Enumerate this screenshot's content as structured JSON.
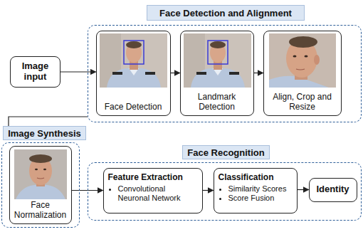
{
  "diagram": {
    "nodes": [
      {
        "text": [
          "Image input"
        ]
      },
      {
        "text": [
          "Face Detection and Alignment"
        ]
      },
      {
        "text": [
          "Face Detection"
        ],
        "in": 1
      },
      {
        "text": [
          "Landmark Detection"
        ],
        "in": 1
      },
      {
        "text": [
          "Align, Crop and Resize"
        ],
        "in": 1
      },
      {
        "text": [
          "Image Synthesis"
        ]
      },
      {
        "text": [
          "Face Normalization"
        ],
        "in": 5
      },
      {
        "text": [
          "Face Recognition"
        ]
      },
      {
        "text": [
          "Feature Extraction",
          "Convolutional Neuronal Network"
        ],
        "in": 7
      },
      {
        "text": [
          "Classification",
          "Similarity Scores",
          "Score Fusion"
        ],
        "in": 7
      },
      {
        "text": [
          "Identity"
        ],
        "in": 7
      }
    ],
    "edges": [
      {
        "from": 0,
        "to": 2,
        "arrow": "to"
      },
      {
        "from": 2,
        "to": 3,
        "arrow": "to"
      },
      {
        "from": 3,
        "to": 4,
        "arrow": "to"
      },
      {
        "from": 1,
        "to": 5,
        "arrow": "none"
      },
      {
        "from": 6,
        "to": 8,
        "arrow": "to"
      },
      {
        "from": 8,
        "to": 9,
        "arrow": "to"
      },
      {
        "from": 9,
        "to": 10,
        "arrow": "to"
      }
    ]
  }
}
